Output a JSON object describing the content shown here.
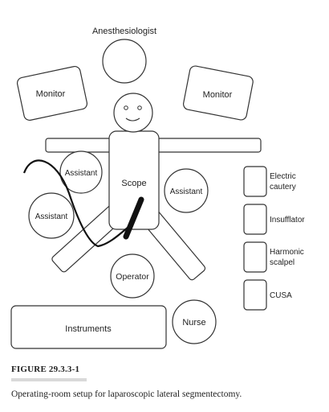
{
  "diagram": {
    "anesthesiologist": "Anesthesiologist",
    "monitor_left": "Monitor",
    "monitor_right": "Monitor",
    "scope": "Scope",
    "assistant_left_upper": "Assistant",
    "assistant_left_lower": "Assistant",
    "assistant_right": "Assistant",
    "operator": "Operator",
    "instruments": "Instruments",
    "nurse": "Nurse",
    "equipment": [
      {
        "line1": "Electric",
        "line2": "cautery"
      },
      {
        "line1": "Insufflator",
        "line2": ""
      },
      {
        "line1": "Harmonic",
        "line2": "scalpel"
      },
      {
        "line1": "CUSA",
        "line2": ""
      }
    ]
  },
  "figure": {
    "label": "FIGURE 29.3.3-1",
    "caption": "Operating-room setup for laparoscopic lateral segmentectomy."
  }
}
